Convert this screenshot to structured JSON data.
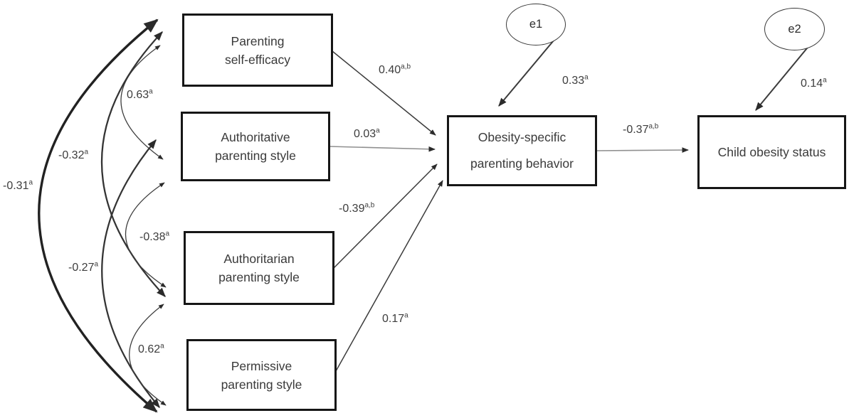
{
  "diagram": {
    "type": "sem-path-diagram",
    "background": "#ffffff",
    "line_color": "#3c3c3c",
    "grey_line_color": "#8f8f8f",
    "box_border_color": "#161616",
    "text_color": "#3a3a3a",
    "nodes": {
      "parenting_self_efficacy": {
        "lines": [
          "Parenting",
          "self-efficacy"
        ]
      },
      "authoritative": {
        "lines": [
          "Authoritative",
          "parenting style"
        ]
      },
      "authoritarian": {
        "lines": [
          "Authoritarian",
          "parenting style"
        ]
      },
      "permissive": {
        "lines": [
          "Permissive",
          "parenting style"
        ]
      },
      "obesity_specific": {
        "lines": [
          "Obesity-specific",
          "parenting behavior"
        ]
      },
      "child_obesity": {
        "lines": [
          "Child obesity status"
        ]
      },
      "e1": {
        "label": "e1"
      },
      "e2": {
        "label": "e2"
      }
    },
    "paths": {
      "pse_to_ospb": {
        "val": "0.40",
        "sup": "a,b"
      },
      "authoritative_to_ospb": {
        "val": "0.03",
        "sup": "a"
      },
      "authoritarian_to_ospb": {
        "val": "-0.39",
        "sup": "a,b"
      },
      "permissive_to_ospb": {
        "val": "0.17",
        "sup": "a"
      },
      "ospb_to_child": {
        "val": "-0.37",
        "sup": "a,b"
      },
      "e1_to_ospb": {
        "val": "0.33",
        "sup": "a"
      },
      "e2_to_child": {
        "val": "0.14",
        "sup": "a"
      }
    },
    "correlations": {
      "pse_authoritative": {
        "val": "0.63",
        "sup": "a"
      },
      "pse_authoritarian": {
        "val": "-0.32",
        "sup": "a"
      },
      "pse_permissive": {
        "val": "-0.31",
        "sup": "a"
      },
      "authoritative_authoritarian": {
        "val": "-0.38",
        "sup": "a"
      },
      "authoritative_permissive": {
        "val": "-0.27",
        "sup": "a"
      },
      "authoritarian_permissive": {
        "val": "0.62",
        "sup": "a"
      }
    }
  }
}
